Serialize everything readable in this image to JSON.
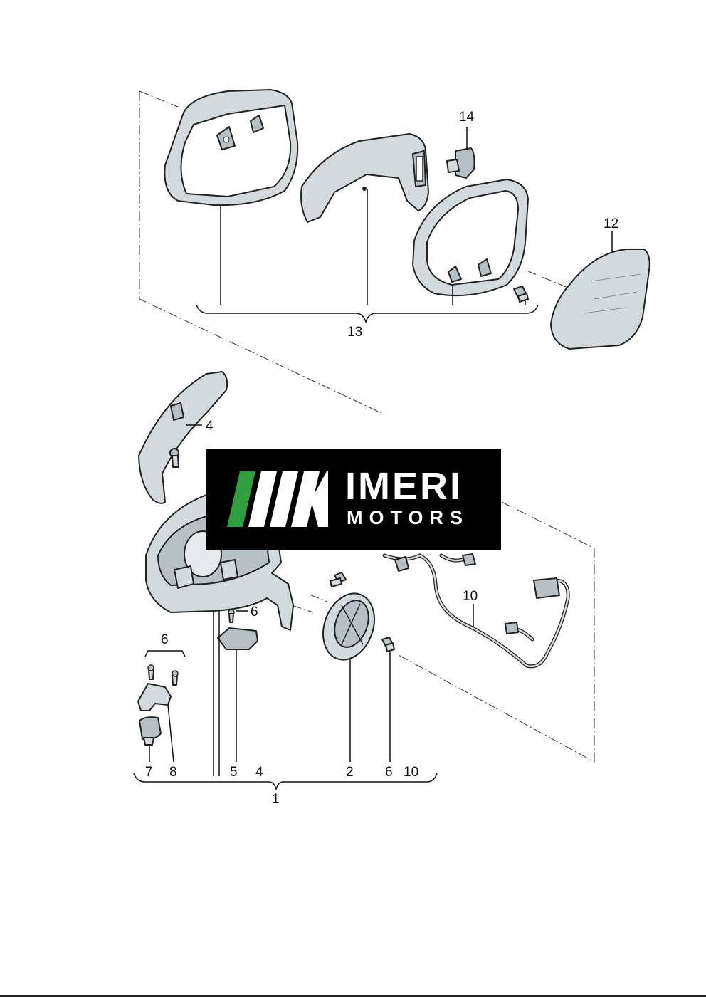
{
  "callouts": {
    "c14": "14",
    "c12": "12",
    "c13": "13",
    "c4_top": "4",
    "c6_mid": "6",
    "c10_mid": "10",
    "c6_group": "6",
    "c7": "7",
    "c8": "8",
    "c5": "5",
    "c4_bottom": "4",
    "c2": "2",
    "c6_bottom": "6",
    "c10_bottom": "10",
    "c1": "1"
  },
  "logo": {
    "line1": "IMERI",
    "line2": "MOTORS",
    "accent_color": "#2e9e3f",
    "background_color": "#000000"
  },
  "colors": {
    "part_fill": "#d3dadd",
    "line": "#222222"
  }
}
